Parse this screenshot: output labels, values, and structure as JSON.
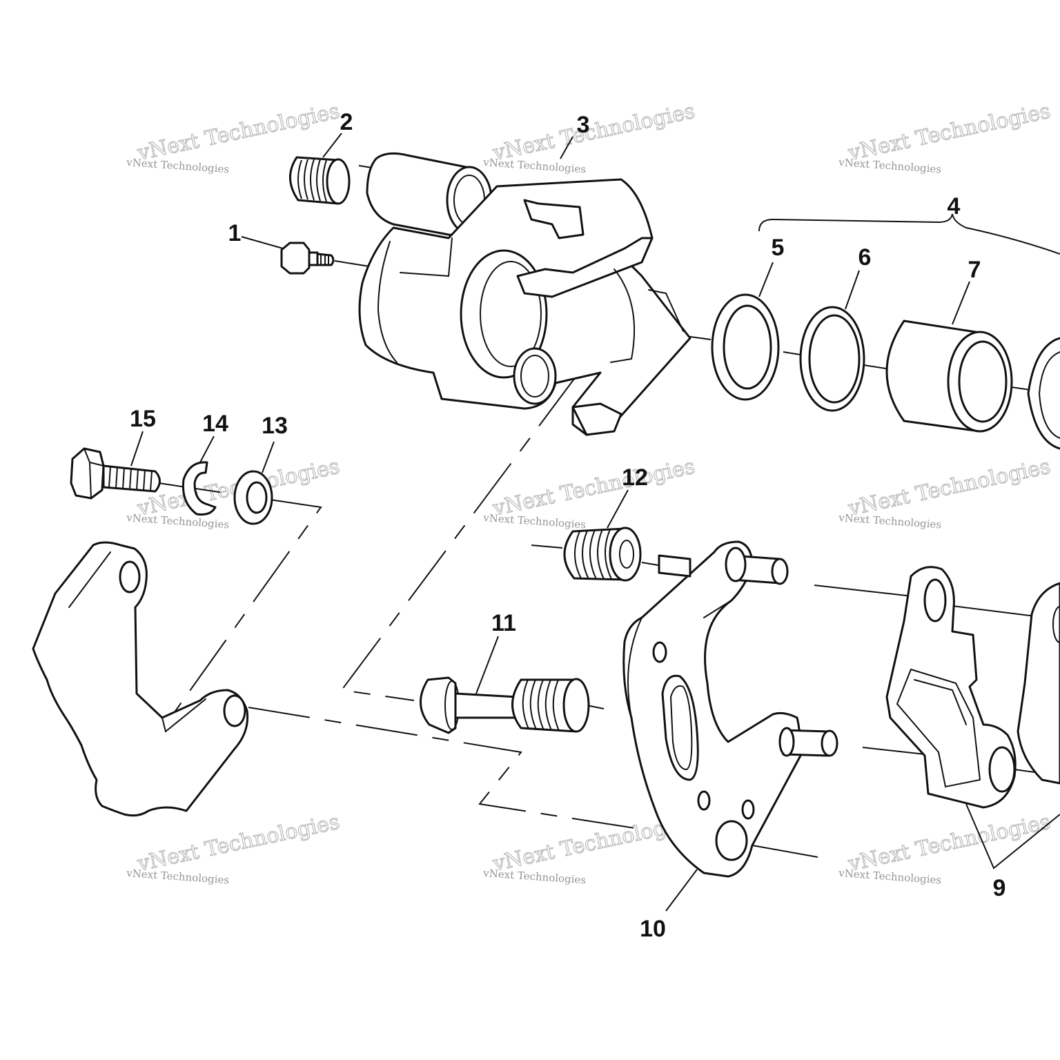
{
  "callouts": {
    "c1": "1",
    "c2": "2",
    "c3": "3",
    "c4": "4",
    "c5": "5",
    "c6": "6",
    "c7": "7",
    "c9": "9",
    "c10": "10",
    "c11": "11",
    "c12": "12",
    "c13": "13",
    "c14": "14",
    "c15": "15"
  },
  "watermark": {
    "line1": "vNext Technologies",
    "big": "vNext Technologies"
  }
}
